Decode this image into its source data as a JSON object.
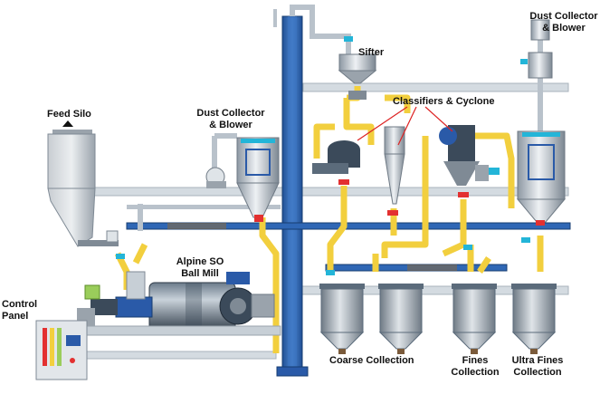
{
  "labels": {
    "feed_silo": "Feed Silo",
    "dust_collector_left_1": "Dust Collector",
    "dust_collector_left_2": "& Blower",
    "sifter": "Sifter",
    "classifiers_cyclone": "Classifiers & Cyclone",
    "dust_collector_right_1": "Dust Collector",
    "dust_collector_right_2": "& Blower",
    "ball_mill_1": "Alpine SO",
    "ball_mill_2": "Ball Mill",
    "control_panel_1": "Control",
    "control_panel_2": "Panel",
    "coarse_collection": "Coarse Collection",
    "fines_collection_1": "Fines",
    "fines_collection_2": "Collection",
    "ultra_fines_1": "Ultra Fines",
    "ultra_fines_2": "Collection"
  },
  "colors": {
    "floor": "#cfd7de",
    "floor_edge": "#a9b3bc",
    "pipe_yellow": "#f2cf3e",
    "pipe_blue": "#2f67b5",
    "pipe_grey": "#b9c2cb",
    "steel_light": "#e4e8ec",
    "steel_dark": "#7f8a95",
    "mill_dark": "#3b4a5a",
    "panel_blue": "#2a5aa8",
    "valve_red": "#e33030",
    "valve_cyan": "#23b5d8",
    "motor_green": "#9acd5b"
  }
}
